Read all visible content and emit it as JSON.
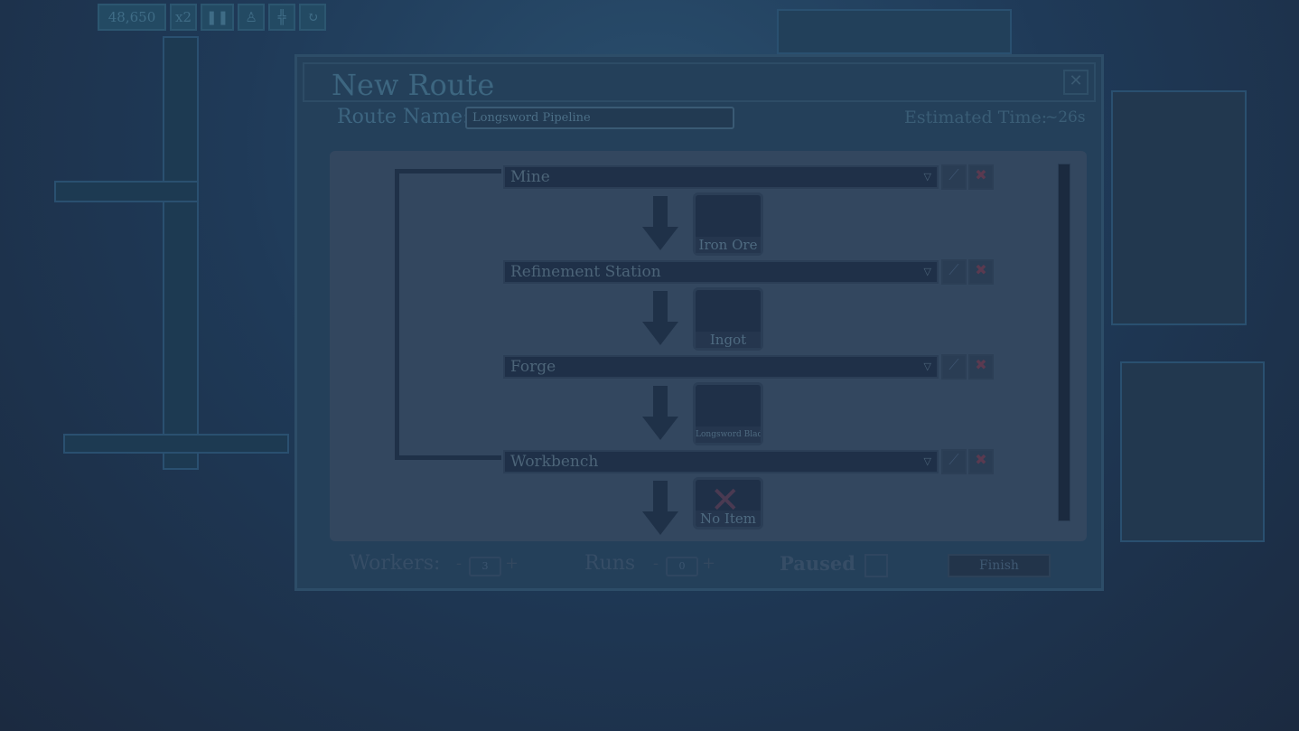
{
  "topbar": {
    "money": "48,650",
    "speed": "x2",
    "pause_icon": "pause-icon",
    "worker_icon": "add-worker-icon",
    "grid_icon": "grid-icon",
    "route_icon": "route-icon"
  },
  "dialog": {
    "title": "New Route",
    "close": "✕",
    "route_name_label": "Route Name:",
    "route_name_value": "Longsword Pipeline",
    "estimated_time_label": "Estimated Time:",
    "estimated_time_value": "~26s"
  },
  "route": {
    "stations": [
      {
        "name": "Mine"
      },
      {
        "name": "Refinement Station"
      },
      {
        "name": "Forge"
      },
      {
        "name": "Workbench"
      }
    ],
    "items": [
      {
        "name": "Iron Ore"
      },
      {
        "name": "Ingot"
      },
      {
        "name": "Longsword Blade"
      },
      {
        "name": "No Item"
      }
    ]
  },
  "footer": {
    "workers_label": "Workers:",
    "workers_value": "3",
    "runs_label": "Runs",
    "runs_value": "0",
    "paused_label": "Paused",
    "finish_label": "Finish",
    "minus": "-",
    "plus": "+"
  },
  "colors": {
    "overlay": "#1e2f45",
    "panel": "#33475f"
  }
}
